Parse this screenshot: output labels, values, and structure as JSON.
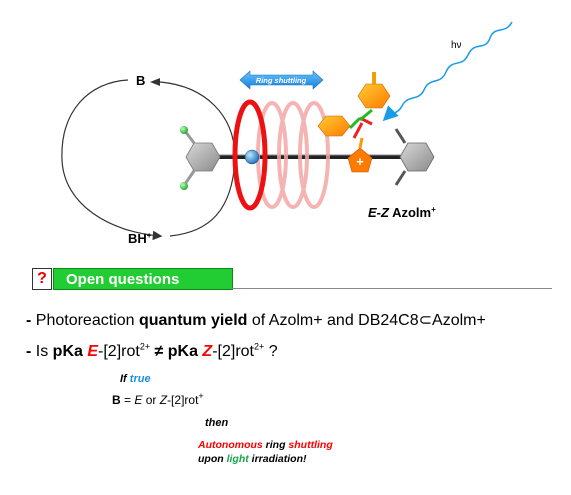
{
  "diagram": {
    "label_B": "B",
    "label_BH": "BH",
    "label_BH_sup": "+",
    "ring_shuttling": "Ring shuttling",
    "hv": "hν",
    "plus": "+",
    "azolm_prefix": "E-Z",
    "azolm_name": " Azolm",
    "azolm_sup": "+"
  },
  "questions": {
    "icon": "?",
    "title": "Open questions",
    "q1": {
      "dash": "- ",
      "pre": "Photoreaction ",
      "bold": "quantum yield",
      "post": " of Azolm+ and DB24C8⊂Azolm+"
    },
    "q2": {
      "dash": "- ",
      "pre": "Is ",
      "pka1": "pKa ",
      "e": "E",
      "rot1": "-[2]rot",
      "sup1": "2+",
      "neq": " ≠ ",
      "pka2": "pKa ",
      "z": "Z",
      "rot2": "-[2]rot",
      "sup2": "2+",
      "tail": " ?"
    },
    "if_word": "If ",
    "if_true": "true",
    "b_line_B": "B",
    "b_line_mid": " = ",
    "b_line_E": "E",
    "b_line_or": " or ",
    "b_line_Z": "Z",
    "b_line_rot": "-[2]rot",
    "b_line_sup": "+",
    "then": "then",
    "auto_red1": "Autonomous",
    "auto_mid": " ring ",
    "auto_red2": "shuttling",
    "upon": "upon ",
    "light": "light",
    "irr": " irradiation!"
  },
  "colors": {
    "red": "#ff0000",
    "blue": "#1a8fe0",
    "green": "#1aa54a",
    "qbox": "#22cc33",
    "orange": "#ff8c00",
    "yellow": "#ffc000"
  }
}
